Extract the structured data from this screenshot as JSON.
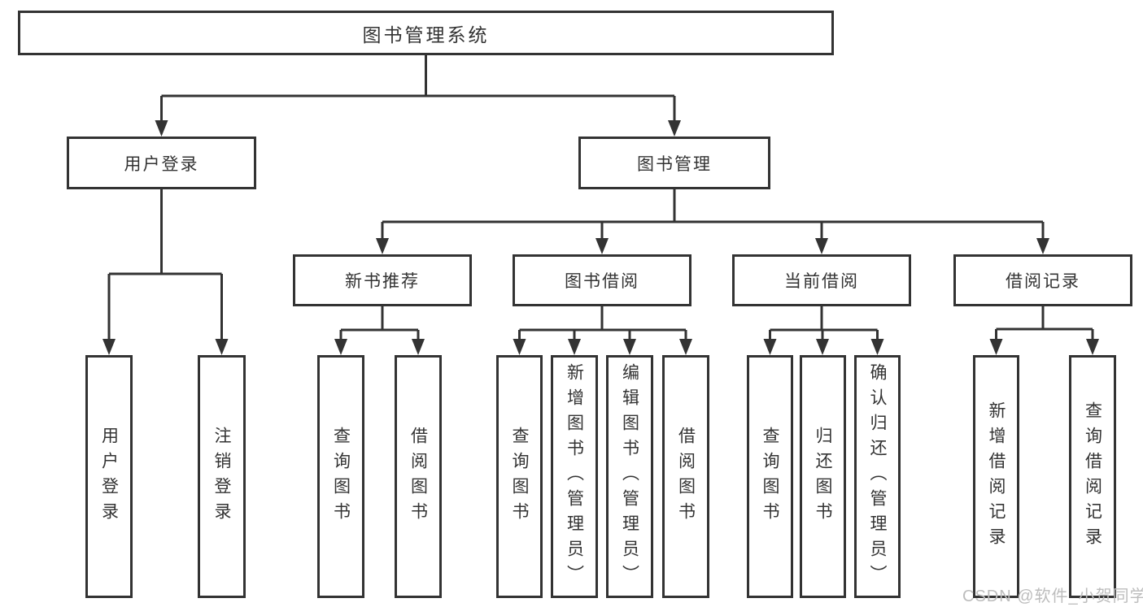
{
  "diagram": {
    "root": "图书管理系统",
    "level2": {
      "user_login": "用户登录",
      "book_mgmt": "图书管理"
    },
    "level3": {
      "new_book": "新书推荐",
      "book_borrow": "图书借阅",
      "current_borrow": "当前借阅",
      "borrow_record": "借阅记录"
    },
    "leaves": {
      "user_login": "用户登录",
      "logout": "注销登录",
      "nb_query": "查询图书",
      "nb_borrow": "借阅图书",
      "bb_query": "查询图书",
      "bb_add": "新增图书（管理员）",
      "bb_edit": "编辑图书（管理员）",
      "bb_borrow": "借阅图书",
      "cb_query": "查询图书",
      "cb_return": "归还图书",
      "cb_confirm": "确认归还（管理员）",
      "br_add": "新增借阅记录",
      "br_query": "查询借阅记录"
    },
    "colors": {
      "line": "#333333",
      "text": "#333333",
      "watermark": "#bdbdbd"
    }
  },
  "watermark": "CSDN @软件_小贺同学"
}
